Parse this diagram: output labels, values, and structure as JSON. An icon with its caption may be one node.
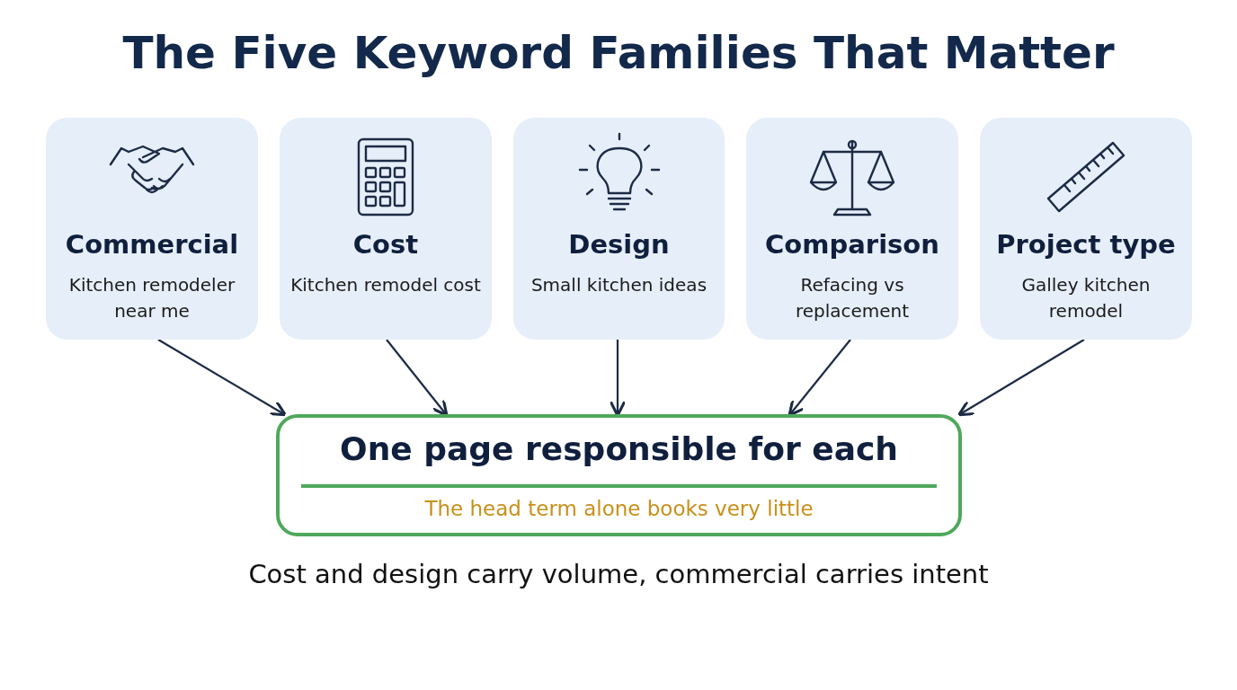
{
  "diagram": {
    "title": "The Five Keyword Families That Matter",
    "nodes": [
      {
        "text": [
          "Commercial",
          "Kitchen remodeler near me"
        ]
      },
      {
        "text": [
          "Cost",
          "Kitchen remodel cost"
        ]
      },
      {
        "text": [
          "Design",
          "Small kitchen ideas"
        ]
      },
      {
        "text": [
          "Comparison",
          "Refacing vs replacement"
        ]
      },
      {
        "text": [
          "Project type",
          "Galley kitchen remodel"
        ]
      },
      {
        "text": [
          "One page responsible for each",
          "The head term alone books very little"
        ]
      }
    ],
    "edges": [
      {
        "from": 0,
        "to": 5,
        "arrow": "to"
      },
      {
        "from": 1,
        "to": 5,
        "arrow": "to"
      },
      {
        "from": 2,
        "to": 5,
        "arrow": "to"
      },
      {
        "from": 3,
        "to": 5,
        "arrow": "to"
      },
      {
        "from": 4,
        "to": 5,
        "arrow": "to"
      }
    ],
    "labels": [
      "Cost and design carry volume, commercial carries intent"
    ]
  }
}
